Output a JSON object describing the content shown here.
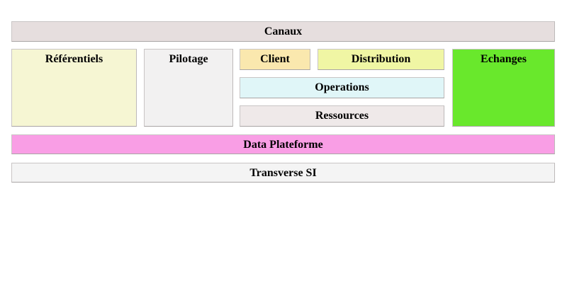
{
  "architecture_map": {
    "top_bar": {
      "label": "Canaux",
      "bg": "#e6dede"
    },
    "columns": {
      "referentiels": {
        "label": "Référentiels",
        "bg": "#f6f6d3"
      },
      "pilotage": {
        "label": "Pilotage",
        "bg": "#f2f1f1"
      },
      "middle": {
        "client": {
          "label": "Client",
          "bg": "#fae8ae"
        },
        "distribution": {
          "label": "Distribution",
          "bg": "#f0f6a4"
        },
        "operations": {
          "label": "Operations",
          "bg": "#e0f6f8"
        },
        "ressources": {
          "label": "Ressources",
          "bg": "#efe9e9"
        }
      },
      "echanges": {
        "label": "Echanges",
        "bg": "#69e82c"
      }
    },
    "bottom_bars": {
      "data_plateforme": {
        "label": "Data Plateforme",
        "bg": "#f99ee5"
      },
      "transverse_si": {
        "label": "Transverse SI",
        "bg": "#f4f4f4"
      }
    },
    "border_color": "#c9c5c5",
    "text_color": "#000000",
    "page_background": "#ffffff"
  }
}
